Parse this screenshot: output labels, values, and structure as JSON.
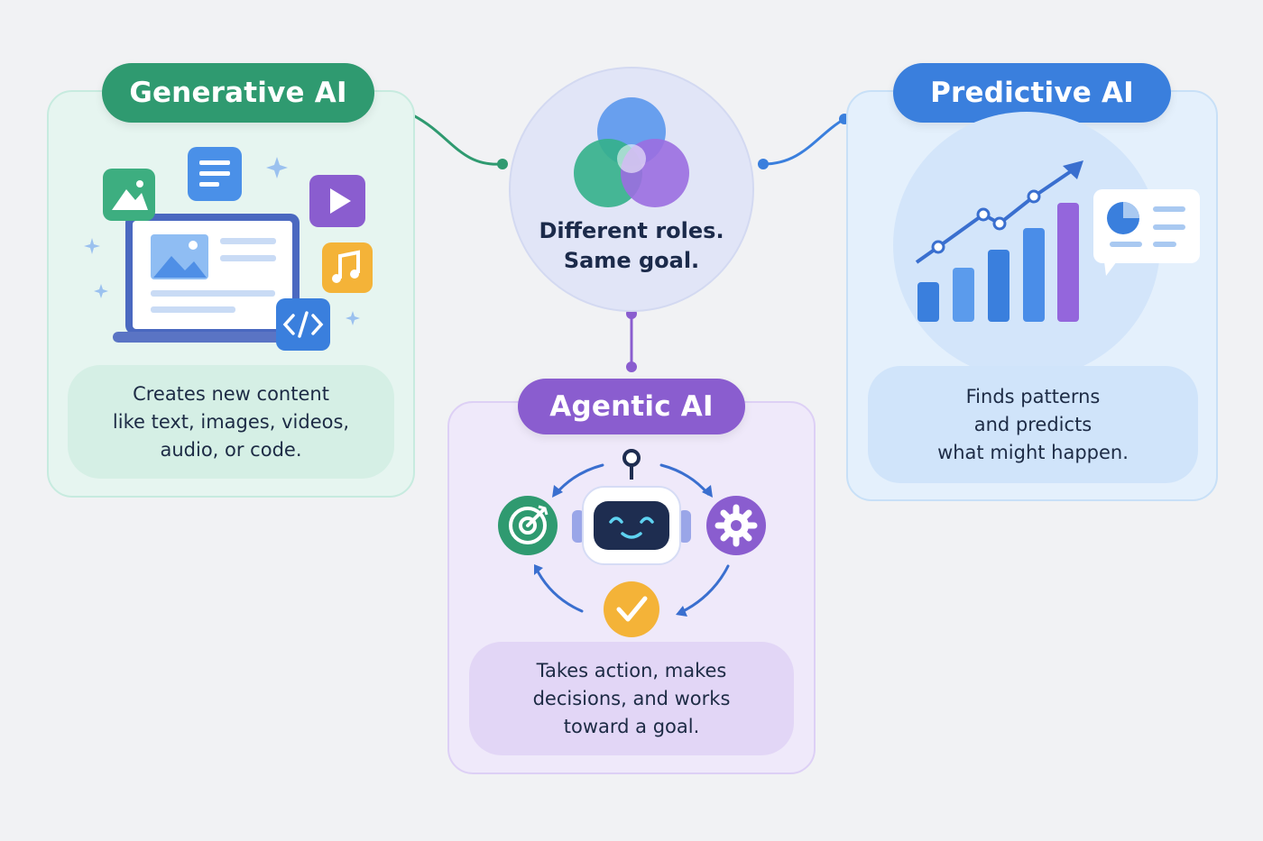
{
  "center": {
    "line1": "Different roles.",
    "line2": "Same goal."
  },
  "generative": {
    "title": "Generative AI",
    "description": [
      "Creates new content",
      "like text, images, videos,",
      "audio, or code."
    ],
    "color": "#2f9a70",
    "icons": [
      "image-icon",
      "document-icon",
      "play-icon",
      "music-icon",
      "code-icon",
      "laptop-icon",
      "sparkle-icon"
    ]
  },
  "predictive": {
    "title": "Predictive AI",
    "description": [
      "Finds patterns",
      "and predicts",
      "what might happen."
    ],
    "color": "#3a7fdd",
    "icons": [
      "bar-chart-icon",
      "trend-arrow-icon",
      "pie-chart-icon",
      "report-bubble-icon"
    ]
  },
  "agentic": {
    "title": "Agentic AI",
    "description": [
      "Takes action, makes",
      "decisions, and works",
      "toward a goal."
    ],
    "color": "#8a5dcf",
    "icons": [
      "target-icon",
      "robot-icon",
      "gear-icon",
      "check-icon",
      "cycle-arrow-icon"
    ]
  }
}
